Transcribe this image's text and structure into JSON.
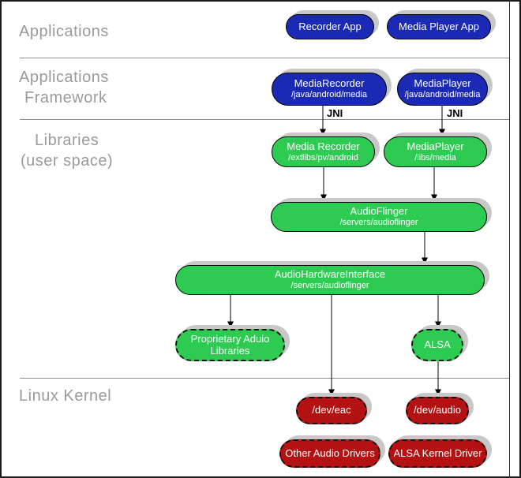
{
  "layers": {
    "applications": "Applications",
    "framework_line1": "Applications",
    "framework_line2": "Framework",
    "libraries_line1": "Libraries",
    "libraries_line2": "(user space)",
    "kernel": "Linux Kernel"
  },
  "jni": {
    "left": "JNI",
    "right": "JNI"
  },
  "nodes": {
    "recorder_app": {
      "title": "Recorder App"
    },
    "media_player_app": {
      "title": "Media Player App"
    },
    "media_recorder_fw": {
      "title": "MediaRecorder",
      "subtitle": "/java/android/media"
    },
    "media_player_fw": {
      "title": "MediaPlayer",
      "subtitle": "/java/android/media"
    },
    "media_recorder_lib": {
      "title": "Media Recorder",
      "subtitle": "/extlibs/pv/android"
    },
    "media_player_lib": {
      "title": "MediaPlayer",
      "subtitle": "/libs/media"
    },
    "audio_flinger": {
      "title": "AudioFlinger",
      "subtitle": "/servers/audioflinger"
    },
    "audio_hw": {
      "title": "AudioHardwareInterface",
      "subtitle": "/servers/audioflinger"
    },
    "proprietary": {
      "title_line1": "Proprietary Aduio",
      "title_line2": "Libraries"
    },
    "alsa": {
      "title": "ALSA"
    },
    "dev_eac": {
      "title": "/dev/eac"
    },
    "dev_audio": {
      "title": "/dev/audio"
    },
    "other_drivers": {
      "title": "Other Audio Drivers"
    },
    "alsa_kernel": {
      "title": "ALSA Kernel Driver"
    }
  },
  "colors": {
    "blue": "#1b2ab5",
    "green": "#2ecb53",
    "red": "#b41212",
    "shadow": "#c8c8c8",
    "label_gray": "#9a9a9a"
  }
}
